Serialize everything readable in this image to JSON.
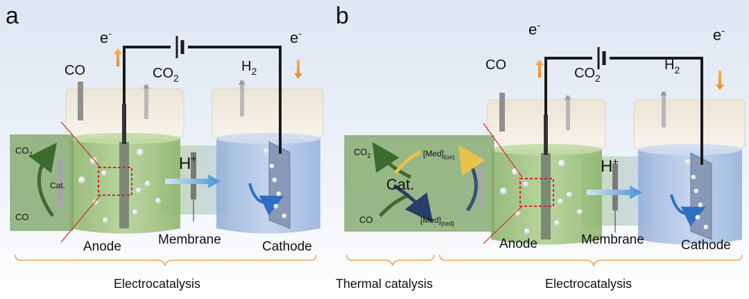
{
  "panel_a": {
    "letter": "a",
    "e_left": "e",
    "e_right": "e",
    "e_sup": "-",
    "co_label": "CO",
    "co2_label": "CO",
    "co2_sub": "2",
    "h2_label": "H",
    "h2_sub": "2",
    "hplus": "H",
    "hplus_sup": "+",
    "inset_co2": "CO",
    "inset_co2_sub": "2",
    "inset_cat": "Cat.",
    "inset_co": "CO",
    "anode": "Anode",
    "membrane": "Membrane",
    "cathode": "Cathode",
    "bracket_label": "Electrocatalysis"
  },
  "panel_b": {
    "letter": "b",
    "e_left": "e",
    "e_right": "e",
    "e_sup": "-",
    "co_label": "CO",
    "co2_label": "CO",
    "co2_sub": "2",
    "h2_label": "H",
    "h2_sub": "2",
    "hplus": "H",
    "hplus_sup": "+",
    "inset_co2": "CO",
    "inset_co2_sub": "2",
    "inset_cat": "Cat.",
    "inset_co": "CO",
    "med_ox": "[Med]",
    "med_ox_sub": "(ox)",
    "med_red": "[Med]",
    "med_red_sub": "(red)",
    "anode": "Anode",
    "membrane": "Membrane",
    "cathode": "Cathode",
    "bracket_thermal": "Thermal catalysis",
    "bracket_electro": "Electrocatalysis"
  },
  "colors": {
    "wire": "#1a1a1a",
    "electron_arrow": "#f0962a",
    "bracket": "#f0a35a",
    "anode_liquid": "#9dc07c",
    "cathode_liquid": "#a8c0e4",
    "inset_green": "#7fa86a",
    "arrow_green": "#3d6b2c",
    "arrow_yellow": "#e8c24a",
    "arrow_navy": "#2a3d6b",
    "catalyst_box": "#d92323",
    "proton_arrow": "#6aa9dc"
  }
}
